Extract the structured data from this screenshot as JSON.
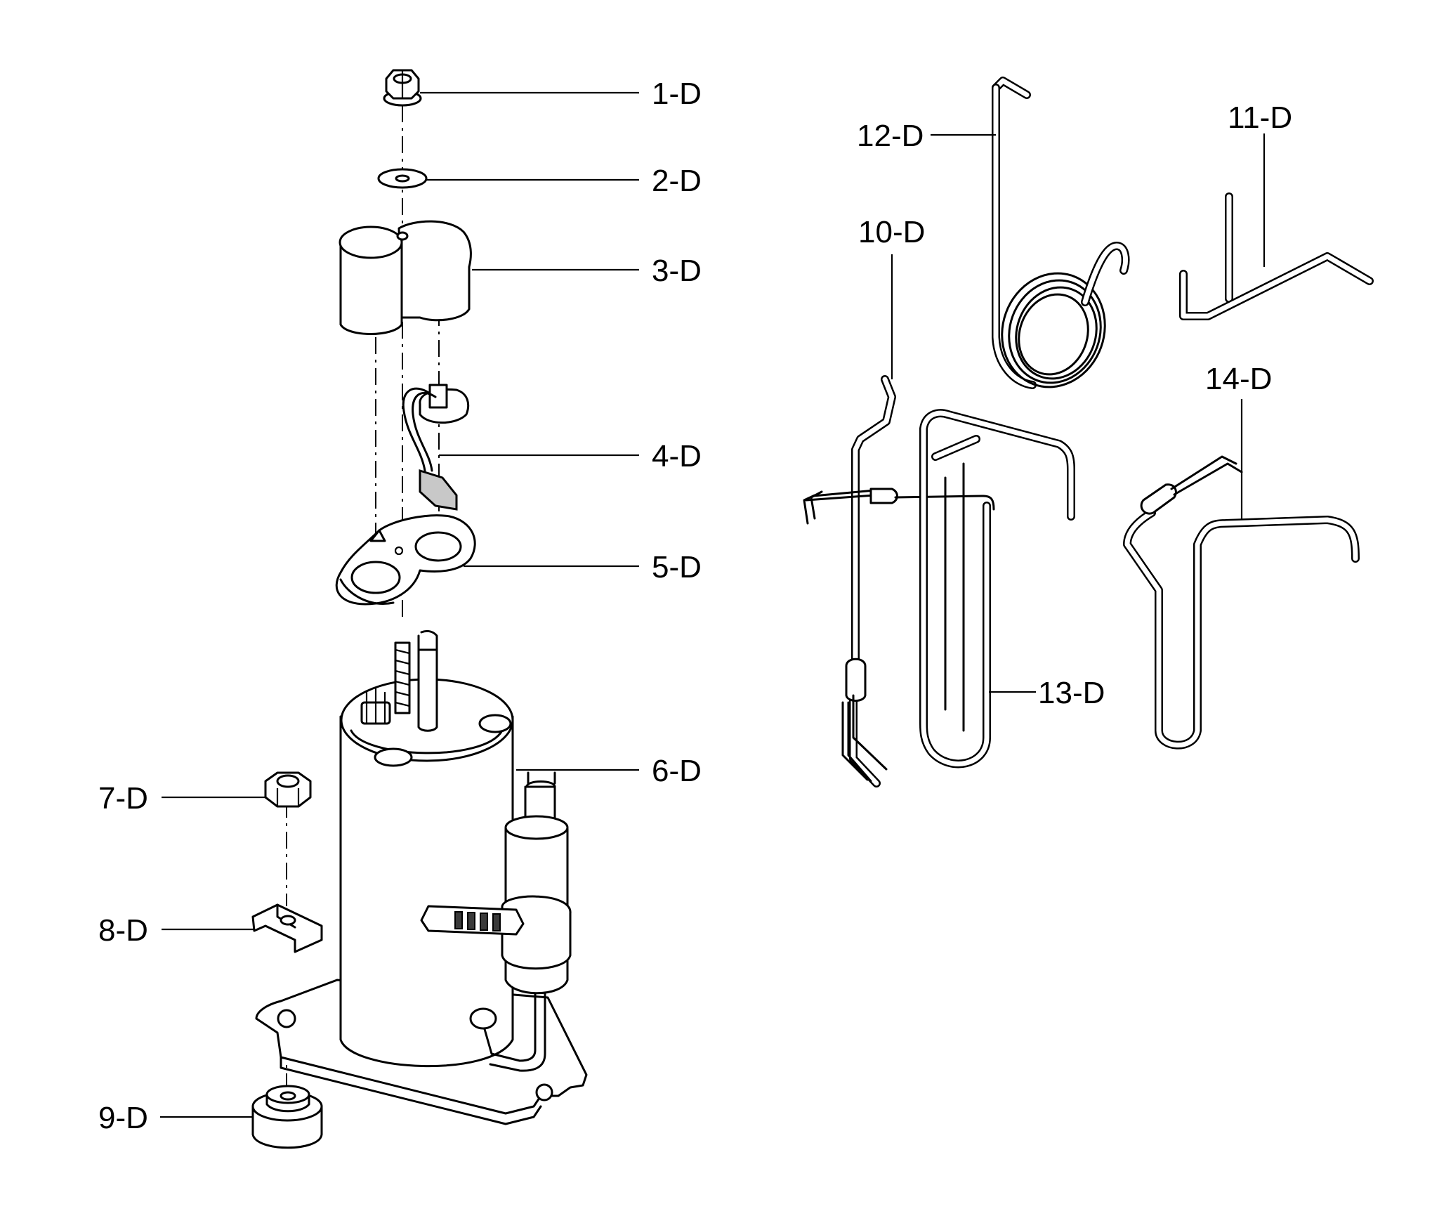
{
  "labels": {
    "p1": "1-D",
    "p2": "2-D",
    "p3": "3-D",
    "p4": "4-D",
    "p5": "5-D",
    "p6": "6-D",
    "p7": "7-D",
    "p8": "8-D",
    "p9": "9-D",
    "p10": "10-D",
    "p11": "11-D",
    "p12": "12-D",
    "p13": "13-D",
    "p14": "14-D"
  }
}
